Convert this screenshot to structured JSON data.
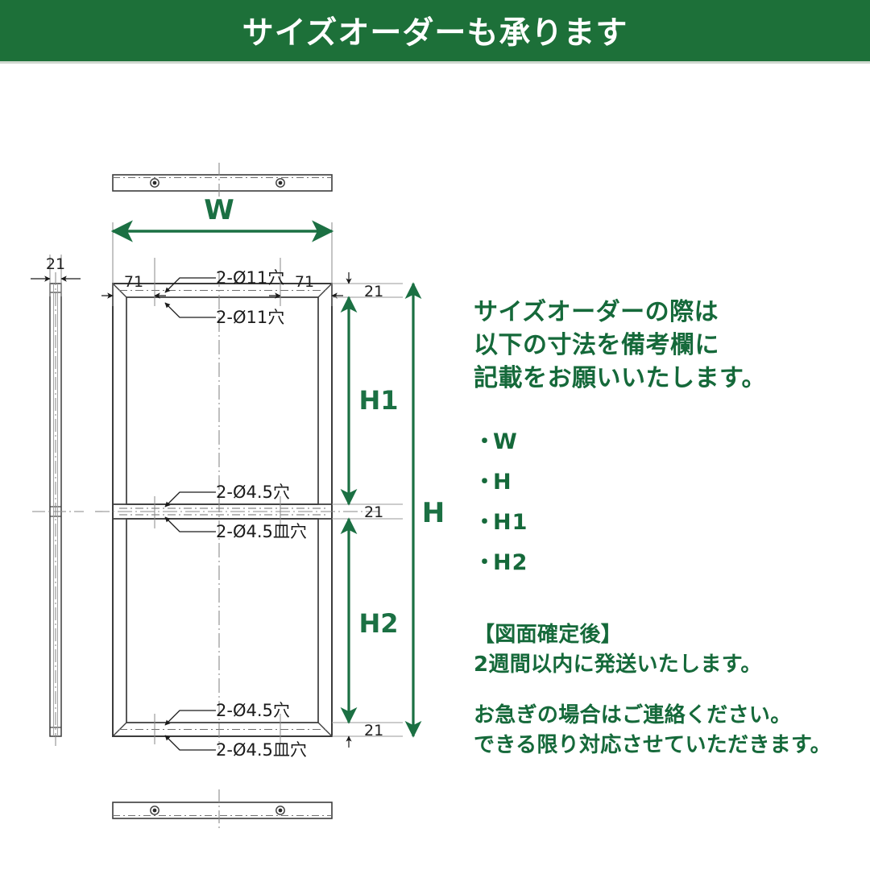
{
  "banner": {
    "title": "サイズオーダーも承ります",
    "bg_color": "#1d7039",
    "text_color": "#ffffff"
  },
  "colors": {
    "dimension_green": "#1b7043",
    "body_text_green": "#15693a",
    "drawing_line": "#3c3c3c",
    "thin_line": "#8a8a8a"
  },
  "drawing": {
    "title": "frame-technical-drawing",
    "dimensions": {
      "width_label": "W",
      "height_label": "H",
      "upper_section_label": "H1",
      "lower_section_label": "H2",
      "side_thickness": "21",
      "hole_offset_left": "71",
      "hole_offset_right": "71",
      "top_margin": "21",
      "mid_margin": "21",
      "bottom_margin": "21"
    },
    "callouts": {
      "top_outer": "2-Ø11穴",
      "top_inner": "2-Ø11穴",
      "mid_upper": "2-Ø4.5穴",
      "mid_lower": "2-Ø4.5皿穴",
      "bottom_upper": "2-Ø4.5穴",
      "bottom_lower": "2-Ø4.5皿穴"
    }
  },
  "copy": {
    "lead": [
      "サイズオーダーの際は",
      "以下の寸法を備考欄に",
      "記載をお願いいたします。"
    ],
    "bullet_marker": "・",
    "bullets": [
      "W",
      "H",
      "H1",
      "H2"
    ],
    "notes": [
      "【図面確定後】",
      "2週間以内に発送いたします。",
      "お急ぎの場合はご連絡ください。",
      "できる限り対応させていただきます。"
    ]
  }
}
